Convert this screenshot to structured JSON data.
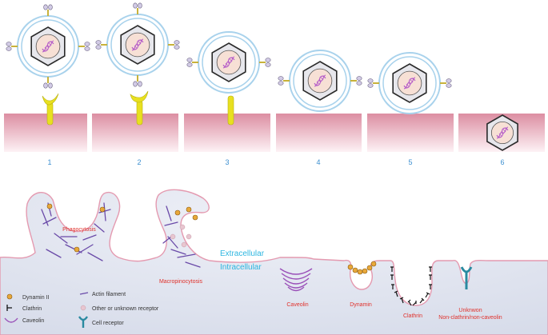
{
  "steps": {
    "labels": [
      "1",
      "2",
      "3",
      "4",
      "5",
      "6"
    ]
  },
  "regions": {
    "extracellular": "Extracellular",
    "intracellular": "Intracellular"
  },
  "pathways": {
    "phagocytosis": "Phagocytosis",
    "macropinocytosis": "Macropinocytosis",
    "caveolin": "Caveolin",
    "dynamin": "Dynamin",
    "clathrin": "Clathrin",
    "unknown_line1": "Unknwon",
    "unknown_line2": "Non-clathrin/non-caveolin"
  },
  "legend": {
    "dynamin": "Dynamin II",
    "clathrin": "Clathrin",
    "caveolin": "Caveolin",
    "actin": "Actin filament",
    "other_receptor": "Other or unknown receptor",
    "cell_receptor": "Cell receptor"
  },
  "colors": {
    "membrane_pink": "#e8a9b8",
    "membrane_fill": "#f8e4ea",
    "cell_fill": "#dfe4f0",
    "virus_ring": "#a8d2ec",
    "capsid": "#e7e7ec",
    "core": "#f7e0d5",
    "dna": "#b45ac8",
    "spike": "#c8b23a",
    "receptor_yellow": "#e8e020",
    "step_label": "#3c8fd0",
    "pathway_label": "#e0302a",
    "region_label": "#2cb6e0",
    "dynamin_orange": "#e8a83a",
    "actin_purple": "#6a4aa8",
    "caveolin_purple": "#9a50b8",
    "other_receptor_pink": "#e8c6d0",
    "cell_receptor_teal": "#2a8aa0"
  }
}
